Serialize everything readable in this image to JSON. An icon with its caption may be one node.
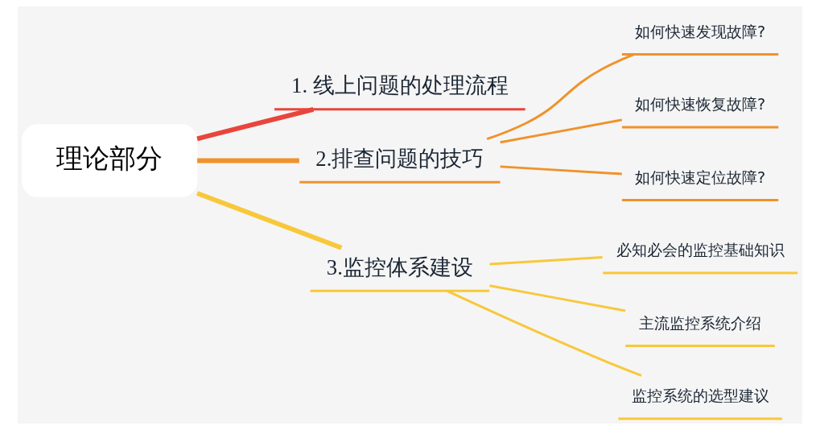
{
  "diagram": {
    "nodes": [
      {
        "text": [
          "理论部分"
        ]
      },
      {
        "text": [
          "1. 线上问题的处理流程"
        ]
      },
      {
        "text": [
          "2.排查问题的技巧"
        ]
      },
      {
        "text": [
          "如何快速发现故障?"
        ]
      },
      {
        "text": [
          "如何快速恢复故障?"
        ]
      },
      {
        "text": [
          "如何快速定位故障?"
        ]
      },
      {
        "text": [
          "3.监控体系建设"
        ]
      },
      {
        "text": [
          "必知必会的监控基础知识"
        ]
      },
      {
        "text": [
          "主流监控系统介绍"
        ]
      },
      {
        "text": [
          "监控系统的选型建议"
        ]
      }
    ],
    "edges": [
      {
        "from": 0,
        "to": 1,
        "arrow": "none",
        "style": "thick",
        "color": "#e8453c"
      },
      {
        "from": 0,
        "to": 2,
        "arrow": "none",
        "style": "thick",
        "color": "#f0922b"
      },
      {
        "from": 2,
        "to": 3,
        "arrow": "none",
        "color": "#f0922b"
      },
      {
        "from": 2,
        "to": 4,
        "arrow": "none",
        "color": "#f0922b"
      },
      {
        "from": 2,
        "to": 5,
        "arrow": "none",
        "color": "#f0922b"
      },
      {
        "from": 0,
        "to": 6,
        "arrow": "none",
        "style": "thick",
        "color": "#f8c83b"
      },
      {
        "from": 6,
        "to": 7,
        "arrow": "none",
        "color": "#f8c83b"
      },
      {
        "from": 6,
        "to": 8,
        "arrow": "none",
        "color": "#f8c83b"
      },
      {
        "from": 6,
        "to": 9,
        "arrow": "none",
        "color": "#f8c83b"
      }
    ]
  }
}
